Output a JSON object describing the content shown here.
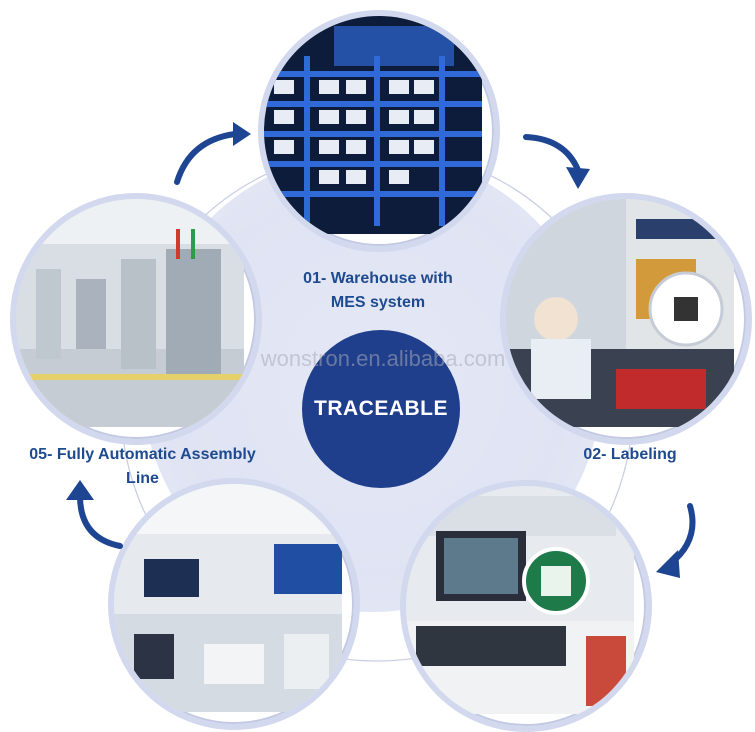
{
  "center": {
    "label": "TRACEABLE"
  },
  "watermark": "wonstron.en.alibaba.com",
  "steps": [
    {
      "label_line1": "01- Warehouse with",
      "label_line2": "MES system",
      "photo": "warehouse-racks-photo"
    },
    {
      "label_line1": "02- Labeling",
      "label_line2": "",
      "photo": "labeling-xray-photo"
    },
    {
      "label_line1": "",
      "label_line2": "",
      "photo": "inspection-station-photo"
    },
    {
      "label_line1": "",
      "label_line2": "",
      "photo": "control-room-photo"
    },
    {
      "label_line1": "05- Fully Automatic Assembly",
      "label_line2": "Line",
      "photo": "assembly-line-photo"
    }
  ],
  "colors": {
    "accent": "#1f3f8c",
    "label": "#1e4a8f",
    "arrow": "#1d4592",
    "ring": "#d2d8ee"
  }
}
